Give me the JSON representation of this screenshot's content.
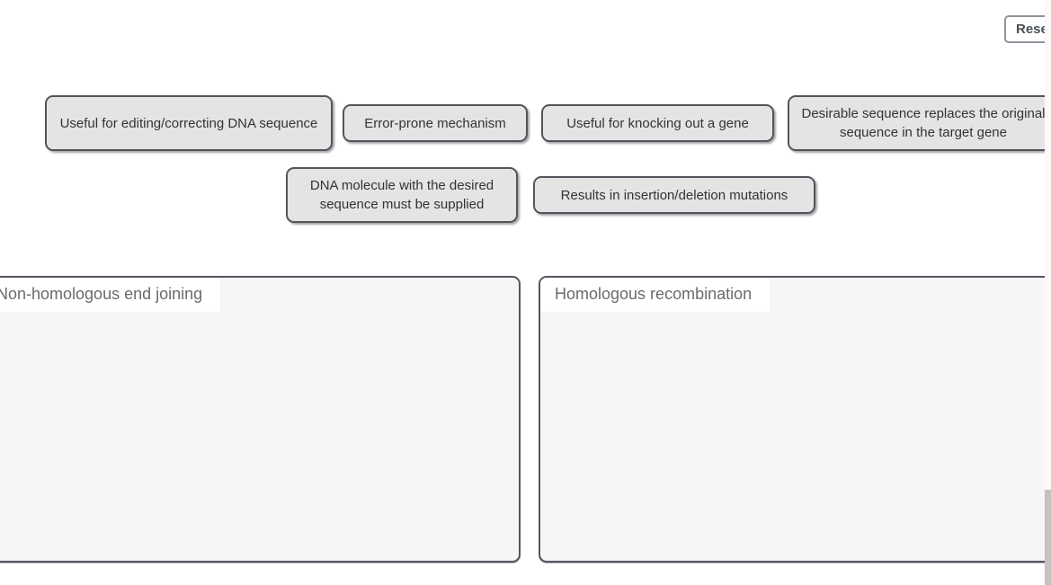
{
  "reset_button": {
    "label": "Reset"
  },
  "chips": [
    {
      "label": "Useful for editing/correcting DNA sequence"
    },
    {
      "label": "Error-prone mechanism"
    },
    {
      "label": "Useful for knocking out a gene"
    },
    {
      "label": "Desirable sequence replaces the original sequence in the target gene"
    },
    {
      "label": "DNA molecule with the desired sequence must be supplied"
    },
    {
      "label": "Results in insertion/deletion mutations"
    }
  ],
  "bins": [
    {
      "label": "Non-homologous end joining"
    },
    {
      "label": "Homologous recombination"
    }
  ],
  "colors": {
    "chip-bg": "#e4e4e4",
    "chip-border": "#54545c",
    "chip-text": "#333333",
    "bin-bg": "#f6f6f7",
    "bin-border": "#55555f",
    "bin-label-text": "#6b6b6b",
    "btn-border": "#8f939b",
    "btn-text": "#4a4f54",
    "scroll-track": "#fafafa",
    "scroll-thumb": "#c2c2c2"
  }
}
